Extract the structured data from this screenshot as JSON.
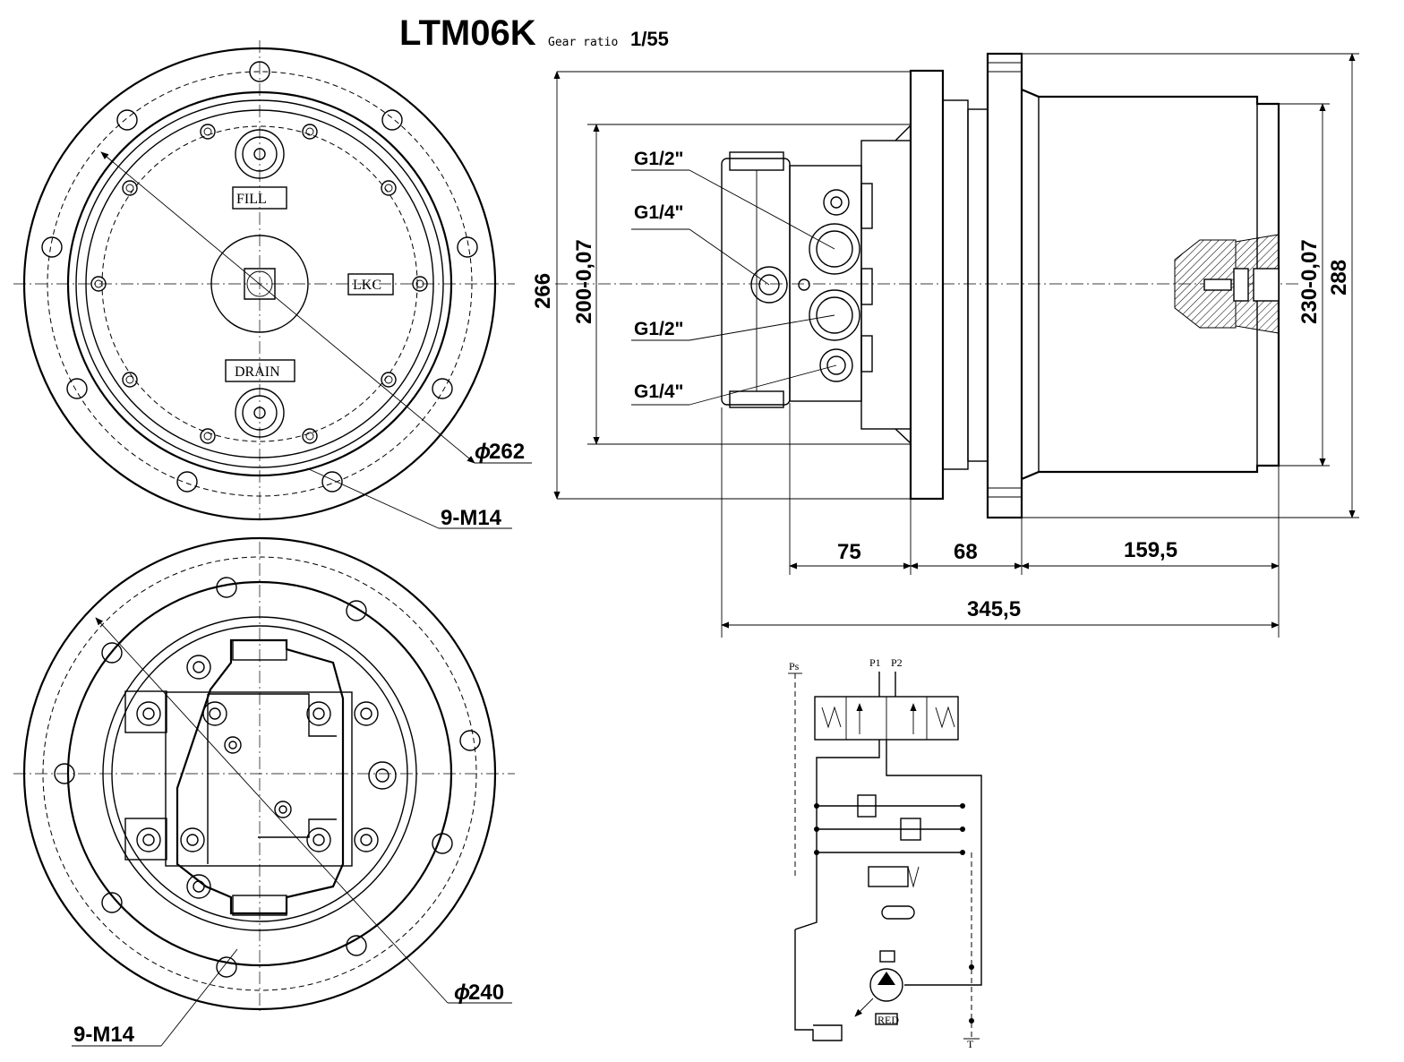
{
  "title": {
    "model": "LTM06K",
    "gear_ratio_label": "Gear ratio",
    "gear_ratio_value": "1/55"
  },
  "front_view": {
    "fill_label": "FILL",
    "drain_label": "DRAIN",
    "lkc_label": "LKC",
    "pcd_label": "262",
    "bolt_label": "9-M14"
  },
  "rear_view": {
    "pcd_label": "240",
    "bolt_label": "9-M14"
  },
  "side_view": {
    "dia_266": "266",
    "dia_200": "200-0,07",
    "dia_230": "230-0,07",
    "dia_288": "288",
    "ports": [
      "G1/2\"",
      "G1/4\"",
      "G1/2\"",
      "G1/4\""
    ],
    "lengths": {
      "l1": "75",
      "l2": "68",
      "l3": "159,5",
      "total": "345,5"
    }
  },
  "hydraulic": {
    "ps": "Ps",
    "p1": "P1",
    "p2": "P2",
    "t": "T",
    "red": "RED"
  }
}
